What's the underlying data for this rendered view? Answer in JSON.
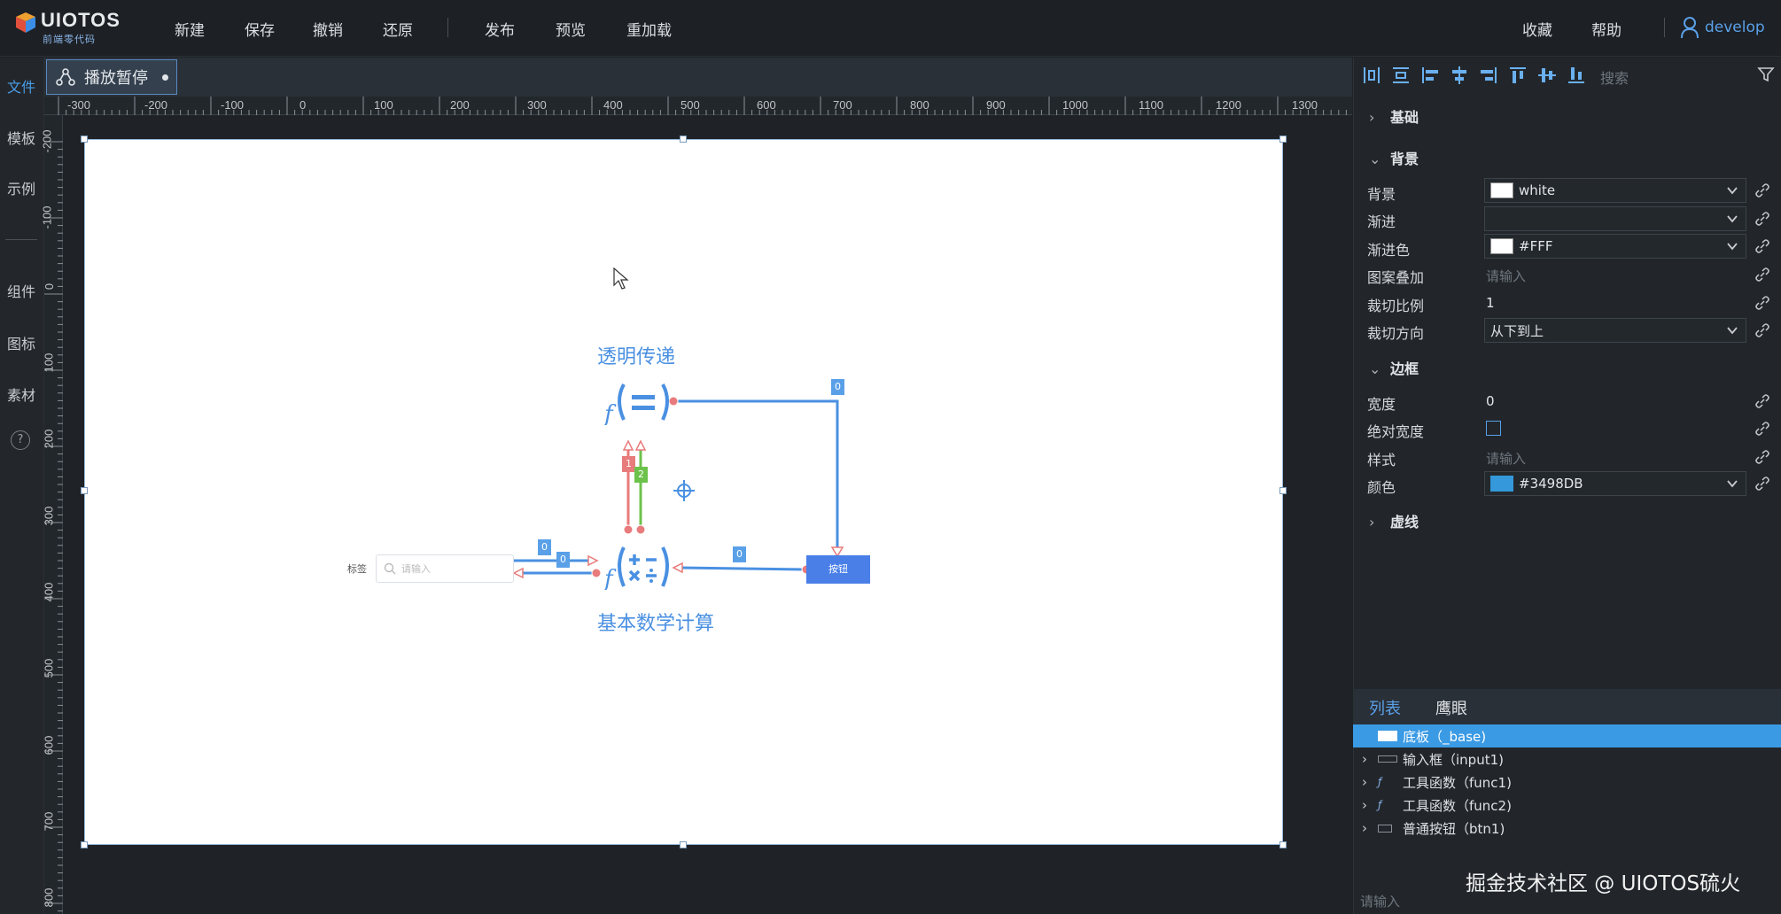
{
  "header": {
    "logo_text": "UIOTOS",
    "logo_sub": "前端零代码",
    "menu": [
      "新建",
      "保存",
      "撤销",
      "还原",
      "发布",
      "预览",
      "重加载"
    ],
    "right": [
      "收藏",
      "帮助"
    ],
    "user": "develop"
  },
  "leftrail": {
    "items": [
      "文件",
      "模板",
      "示例",
      "组件",
      "图标",
      "素材"
    ],
    "help": "?"
  },
  "tab": {
    "label": "播放暂停"
  },
  "rulers": {
    "h_ticks": [
      "-300",
      "-200",
      "-100",
      "0",
      "100",
      "200",
      "300",
      "400",
      "500",
      "600",
      "700",
      "800",
      "900",
      "1000",
      "1100",
      "1200",
      "1300"
    ],
    "v_ticks": [
      "-200",
      "-100",
      "0",
      "100",
      "200",
      "300",
      "400",
      "500",
      "600",
      "700",
      "800"
    ]
  },
  "canvas": {
    "title_top": "透明传递",
    "title_bottom": "基本数学计算",
    "input_label": "标签",
    "input_placeholder": "请输入",
    "button_label": "按钮",
    "link_badges": [
      "0",
      "0",
      "0",
      "0",
      "1",
      "2"
    ]
  },
  "panel": {
    "search_placeholder": "搜索",
    "sections": {
      "basic": "基础",
      "background": "背景",
      "border": "边框",
      "dashed": "虚线"
    },
    "background": {
      "bg_label": "背景",
      "bg_value": "white",
      "bg_color": "#FFFFFF",
      "grad_label": "渐进",
      "grad_value": "",
      "gradcolor_label": "渐进色",
      "gradcolor_value": "#FFF",
      "gradcolor_color": "#FFFFFF",
      "pattern_label": "图案叠加",
      "pattern_placeholder": "请输入",
      "crop_label": "裁切比例",
      "crop_value": "1",
      "dir_label": "裁切方向",
      "dir_value": "从下到上"
    },
    "border": {
      "width_label": "宽度",
      "width_value": "0",
      "abs_label": "绝对宽度",
      "abs_checked": false,
      "style_label": "样式",
      "style_placeholder": "请输入",
      "color_label": "颜色",
      "color_value": "#3498DB",
      "color_swatch": "#3498DB"
    }
  },
  "tree": {
    "tabs": [
      "列表",
      "鹰眼"
    ],
    "rows": [
      {
        "label": "底板（_base)",
        "selected": true
      },
      {
        "label": "输入框（input1)",
        "selected": false
      },
      {
        "label": "工具函数（func1)",
        "selected": false
      },
      {
        "label": "工具函数（func2)",
        "selected": false
      },
      {
        "label": "普通按钮（btn1)",
        "selected": false
      }
    ],
    "bottom_placeholder": "请输入"
  },
  "watermark": "掘金技术社区 @ UIOTOS硫火",
  "colors": {
    "accent": "#4a90e2",
    "selected_row": "#3a9ae4",
    "canvas_line": "#4a90e2",
    "pink": "#e87b7b",
    "green": "#6cc24a"
  }
}
